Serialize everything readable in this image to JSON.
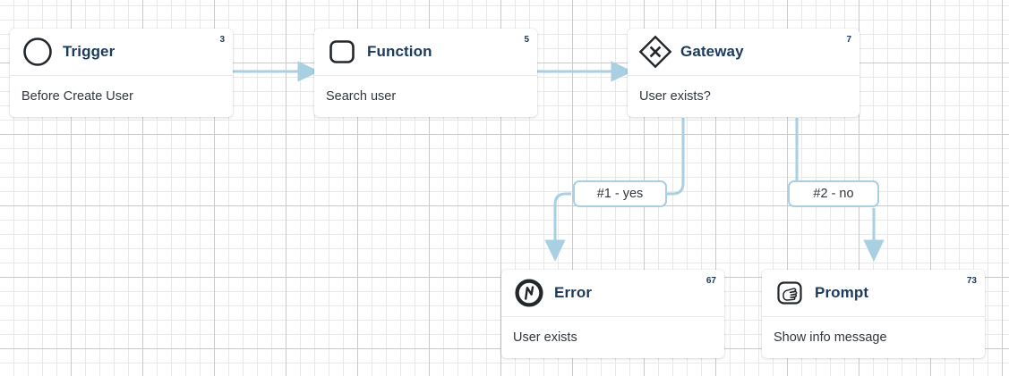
{
  "canvas": {
    "grid_minor_color": "#e8e8e8",
    "grid_major_color": "#c9c9c9",
    "background": "#ffffff"
  },
  "theme": {
    "node_title_color": "#1b3a5c",
    "node_body_color": "#30363d",
    "edge_color": "#a9cfe3",
    "badge_color": "#1b3a5c",
    "card_background": "#ffffff"
  },
  "nodes": [
    {
      "id": "trigger",
      "title": "Trigger",
      "description": "Before Create User",
      "badge": "3",
      "icon": "circle-icon"
    },
    {
      "id": "function",
      "title": "Function",
      "description": "Search user",
      "badge": "5",
      "icon": "rounded-square-icon"
    },
    {
      "id": "gateway",
      "title": "Gateway",
      "description": "User exists?",
      "badge": "7",
      "icon": "diamond-x-icon"
    },
    {
      "id": "error",
      "title": "Error",
      "description": "User exists",
      "badge": "67",
      "icon": "error-bolt-icon"
    },
    {
      "id": "prompt",
      "title": "Prompt",
      "description": "Show info message",
      "badge": "73",
      "icon": "hand-manual-icon"
    }
  ],
  "edges": [
    {
      "id": "trigger-to-function",
      "from": "trigger",
      "to": "function",
      "label": ""
    },
    {
      "id": "function-to-gateway",
      "from": "function",
      "to": "gateway",
      "label": ""
    },
    {
      "id": "gateway-to-error",
      "from": "gateway",
      "to": "error",
      "label": "#1 - yes"
    },
    {
      "id": "gateway-to-prompt",
      "from": "gateway",
      "to": "prompt",
      "label": "#2 - no"
    }
  ]
}
